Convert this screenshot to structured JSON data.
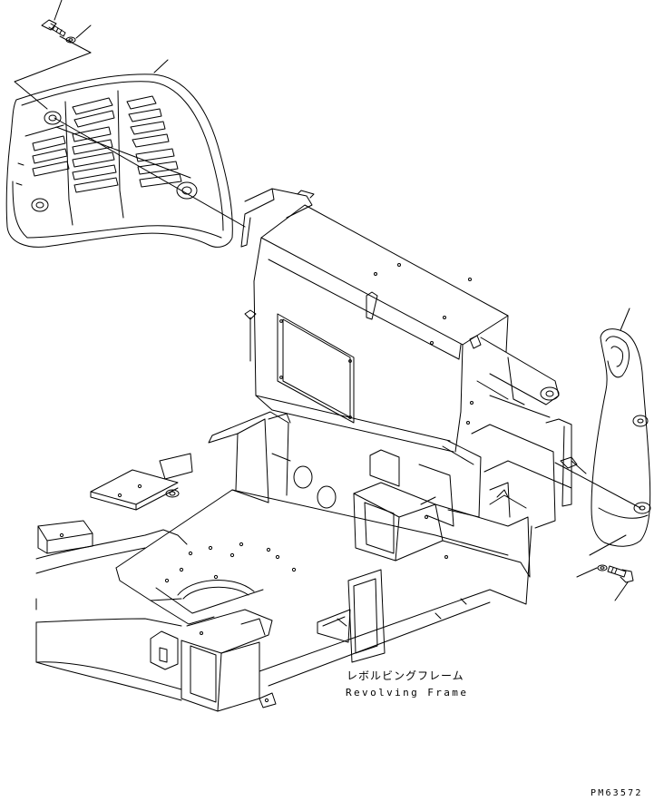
{
  "diagram": {
    "caption_jp": "レボルビングフレーム",
    "caption_en": "Revolving Frame",
    "drawing_code": "PM63572",
    "parts": [
      "left-counterweight-cover",
      "right-side-cover",
      "revolving-frame",
      "hood-bracket",
      "bolts",
      "washers"
    ]
  }
}
